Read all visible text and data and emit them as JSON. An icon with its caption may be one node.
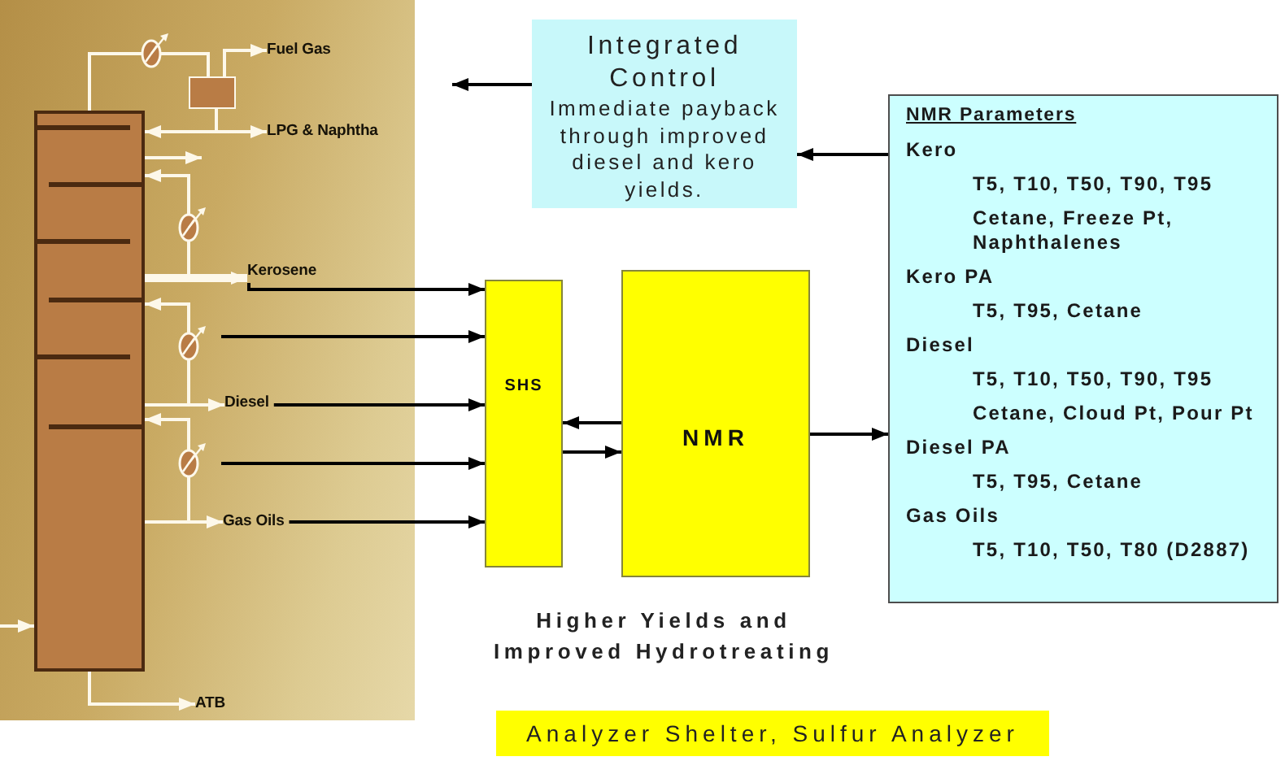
{
  "diagram": {
    "nodes": [
      {
        "text": [],
        "shape": "box"
      },
      {
        "text": [],
        "shape": "box"
      },
      {
        "text": [
          "Fuel Gas"
        ]
      },
      {
        "text": [
          "LPG & Naphtha"
        ]
      },
      {
        "text": [
          "Kerosene"
        ]
      },
      {
        "text": [
          "Diesel"
        ]
      },
      {
        "text": [
          "Gas Oils"
        ]
      },
      {
        "text": [
          "ATB"
        ]
      },
      {
        "text": [
          "Integrated Control",
          "Immediate payback through improved diesel and kero yields."
        ]
      },
      {
        "text": [
          "SHS"
        ]
      },
      {
        "text": [
          "NMR"
        ]
      },
      {
        "text": [
          "NMR Parameters",
          "Kero",
          "T5, T10, T50, T90, T95",
          "Cetane, Freeze Pt, Naphthalenes",
          "Kero PA",
          "T5, T95, Cetane",
          "Diesel",
          "T5, T10, T50, T90, T95",
          "Cetane, Cloud Pt, Pour Pt",
          "Diesel PA",
          "T5, T95, Cetane",
          "Gas Oils",
          "T5, T10, T50, T80 (D2887)"
        ]
      },
      {
        "text": [
          "Analyzer Shelter, Sulfur Analyzer"
        ]
      }
    ],
    "edges": [
      {
        "from": 0,
        "to": 1,
        "arrow": "none"
      },
      {
        "from": 1,
        "to": 2,
        "arrow": "to"
      },
      {
        "from": 1,
        "to": 3,
        "arrow": "to"
      },
      {
        "from": 1,
        "to": 0,
        "arrow": "to"
      },
      {
        "from": 0,
        "to": null,
        "arrow": "to"
      },
      {
        "from": 0,
        "to": 0,
        "arrow": "to"
      },
      {
        "from": 0,
        "to": 4,
        "arrow": "to",
        "style": "thick"
      },
      {
        "from": 0,
        "to": 0,
        "arrow": "to"
      },
      {
        "from": 0,
        "to": 5,
        "arrow": "to"
      },
      {
        "from": 0,
        "to": 0,
        "arrow": "to"
      },
      {
        "from": 0,
        "to": 6,
        "arrow": "to"
      },
      {
        "from": null,
        "to": 0,
        "arrow": "to"
      },
      {
        "from": 0,
        "to": 7,
        "arrow": "to"
      },
      {
        "from": 4,
        "to": 9,
        "arrow": "to",
        "color": "#000000"
      },
      {
        "from": null,
        "to": 9,
        "arrow": "to",
        "color": "#000000"
      },
      {
        "from": 5,
        "to": 9,
        "arrow": "to",
        "color": "#000000"
      },
      {
        "from": null,
        "to": 9,
        "arrow": "to",
        "color": "#000000"
      },
      {
        "from": 6,
        "to": 9,
        "arrow": "to",
        "color": "#000000"
      },
      {
        "from": 10,
        "to": 9,
        "arrow": "to",
        "color": "#000000"
      },
      {
        "from": 9,
        "to": 10,
        "arrow": "to",
        "color": "#000000"
      },
      {
        "from": 10,
        "to": 11,
        "arrow": "to",
        "color": "#000000"
      },
      {
        "from": 11,
        "to": 8,
        "arrow": "to",
        "color": "#000000"
      },
      {
        "from": 8,
        "to": null,
        "arrow": "to",
        "color": "#000000"
      }
    ],
    "labels": [
      "Higher Yields and Improved Hydrotreating"
    ]
  }
}
